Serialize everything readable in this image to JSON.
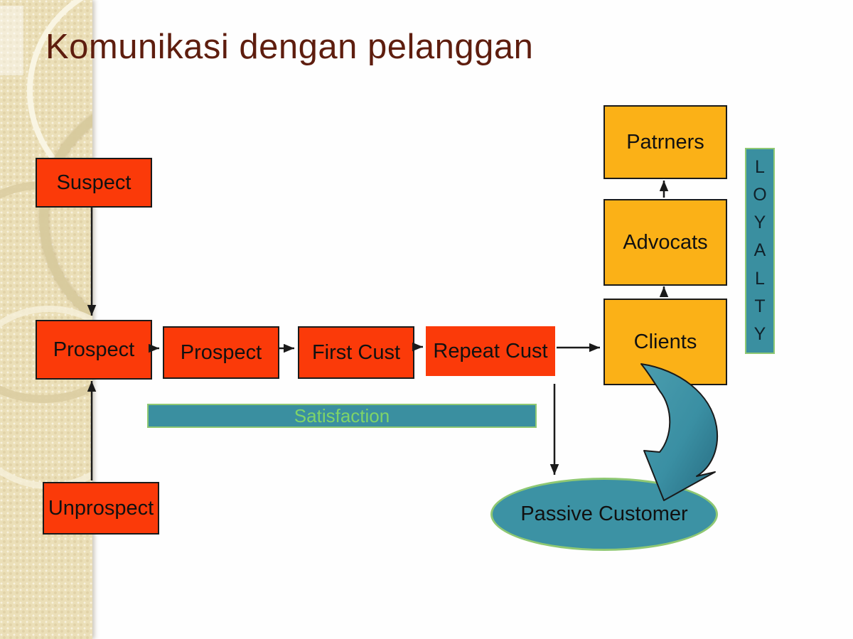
{
  "slide": {
    "title": "Komunikasi dengan pelanggan"
  },
  "boxes": {
    "suspect": "Suspect",
    "prospect_left": "Prospect",
    "prospect_mid": "Prospect",
    "first_cust": "First Cust",
    "repeat_cust": "Repeat Cust",
    "unprospect": "Unprospect",
    "clients": "Clients",
    "advocats": "Advocats",
    "patrners": "Patrners"
  },
  "bars": {
    "loyalty_word": "LOYALTY",
    "loyalty_letters": [
      "L",
      "O",
      "Y",
      "A",
      "L",
      "T",
      "Y"
    ],
    "satisfaction": "Satisfaction"
  },
  "ellipse": {
    "label": "Passive Customer"
  },
  "colors": {
    "title_text": "#5E1D0E",
    "stage_box_fill": "#FB3A09",
    "loyalty_box_fill": "#FBB117",
    "teal_fill": "#3A8FA0",
    "green_border": "#8FC873",
    "satisfaction_text": "#7FD468",
    "sidebar_beige": "#EBDFB8"
  }
}
